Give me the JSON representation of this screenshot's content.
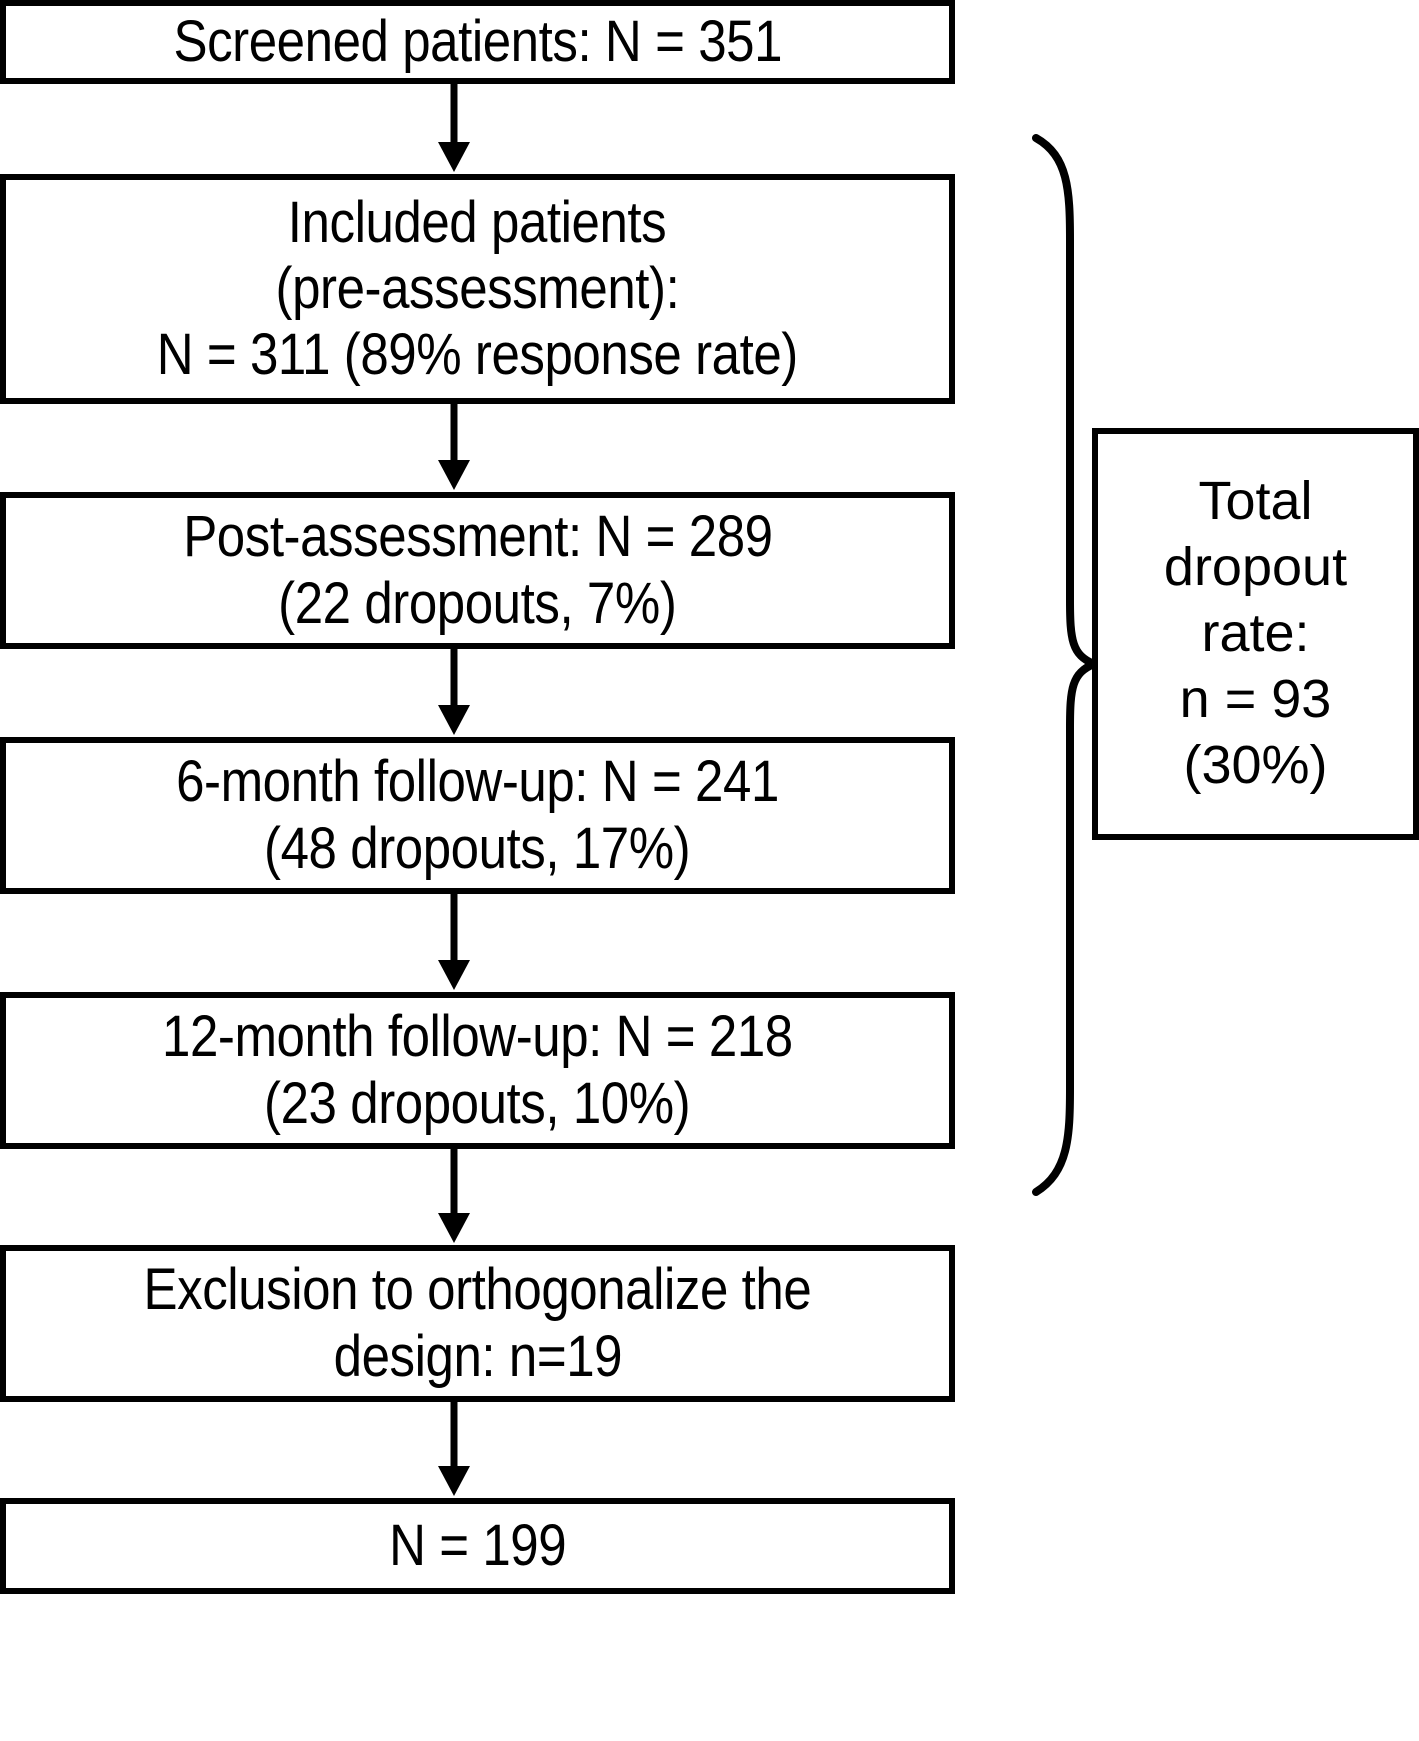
{
  "diagram": {
    "type": "flowchart",
    "title": "Patient flow / CONSORT-style participant diagram",
    "orientation": "vertical",
    "colors": {
      "background": "#ffffff",
      "stroke": "#000000",
      "text": "#000000"
    },
    "nodes": [
      {
        "id": "screened",
        "name": "screened-patients-box",
        "lines": [
          "Screened patients: N = 351"
        ],
        "values": {
          "N": 351
        }
      },
      {
        "id": "included",
        "name": "included-patients-box",
        "lines": [
          "Included patients",
          "(pre-assessment):",
          "N = 311 (89% response rate)"
        ],
        "values": {
          "N": 311,
          "response_rate_pct": 89
        }
      },
      {
        "id": "post",
        "name": "post-assessment-box",
        "lines": [
          "Post-assessment: N = 289",
          "(22 dropouts, 7%)"
        ],
        "values": {
          "N": 289,
          "dropouts": 22,
          "dropout_pct": 7
        }
      },
      {
        "id": "m6",
        "name": "six-month-followup-box",
        "lines": [
          "6-month follow-up: N = 241",
          "(48 dropouts, 17%)"
        ],
        "values": {
          "N": 241,
          "dropouts": 48,
          "dropout_pct": 17
        }
      },
      {
        "id": "m12",
        "name": "twelve-month-followup-box",
        "lines": [
          "12-month follow-up: N = 218",
          "(23 dropouts, 10%)"
        ],
        "values": {
          "N": 218,
          "dropouts": 23,
          "dropout_pct": 10
        }
      },
      {
        "id": "exclusion",
        "name": "exclusion-orthogonalize-box",
        "lines": [
          "Exclusion to orthogonalize the",
          "design: n=19"
        ],
        "values": {
          "n": 19
        }
      },
      {
        "id": "final",
        "name": "final-sample-box",
        "lines": [
          "N = 199"
        ],
        "values": {
          "N": 199
        }
      },
      {
        "id": "total_dropout",
        "name": "total-dropout-rate-box",
        "lines": [
          "Total",
          "dropout",
          "rate:",
          "n = 93",
          "(30%)"
        ],
        "values": {
          "n": 93,
          "pct": 30
        }
      }
    ],
    "edges": [
      {
        "name": "edge-screened-to-included",
        "from": "screened",
        "to": "included",
        "style": "arrow-down"
      },
      {
        "name": "edge-included-to-post",
        "from": "included",
        "to": "post",
        "style": "arrow-down"
      },
      {
        "name": "edge-post-to-6month",
        "from": "post",
        "to": "m6",
        "style": "arrow-down"
      },
      {
        "name": "edge-6month-to-12month",
        "from": "m6",
        "to": "m12",
        "style": "arrow-down"
      },
      {
        "name": "edge-12month-to-exclusion",
        "from": "m12",
        "to": "exclusion",
        "style": "arrow-down"
      },
      {
        "name": "edge-exclusion-to-final",
        "from": "exclusion",
        "to": "final",
        "style": "arrow-down"
      },
      {
        "name": "brace-dropout-grouping",
        "from": "included..m12",
        "to": "total_dropout",
        "style": "curly-brace"
      }
    ]
  }
}
